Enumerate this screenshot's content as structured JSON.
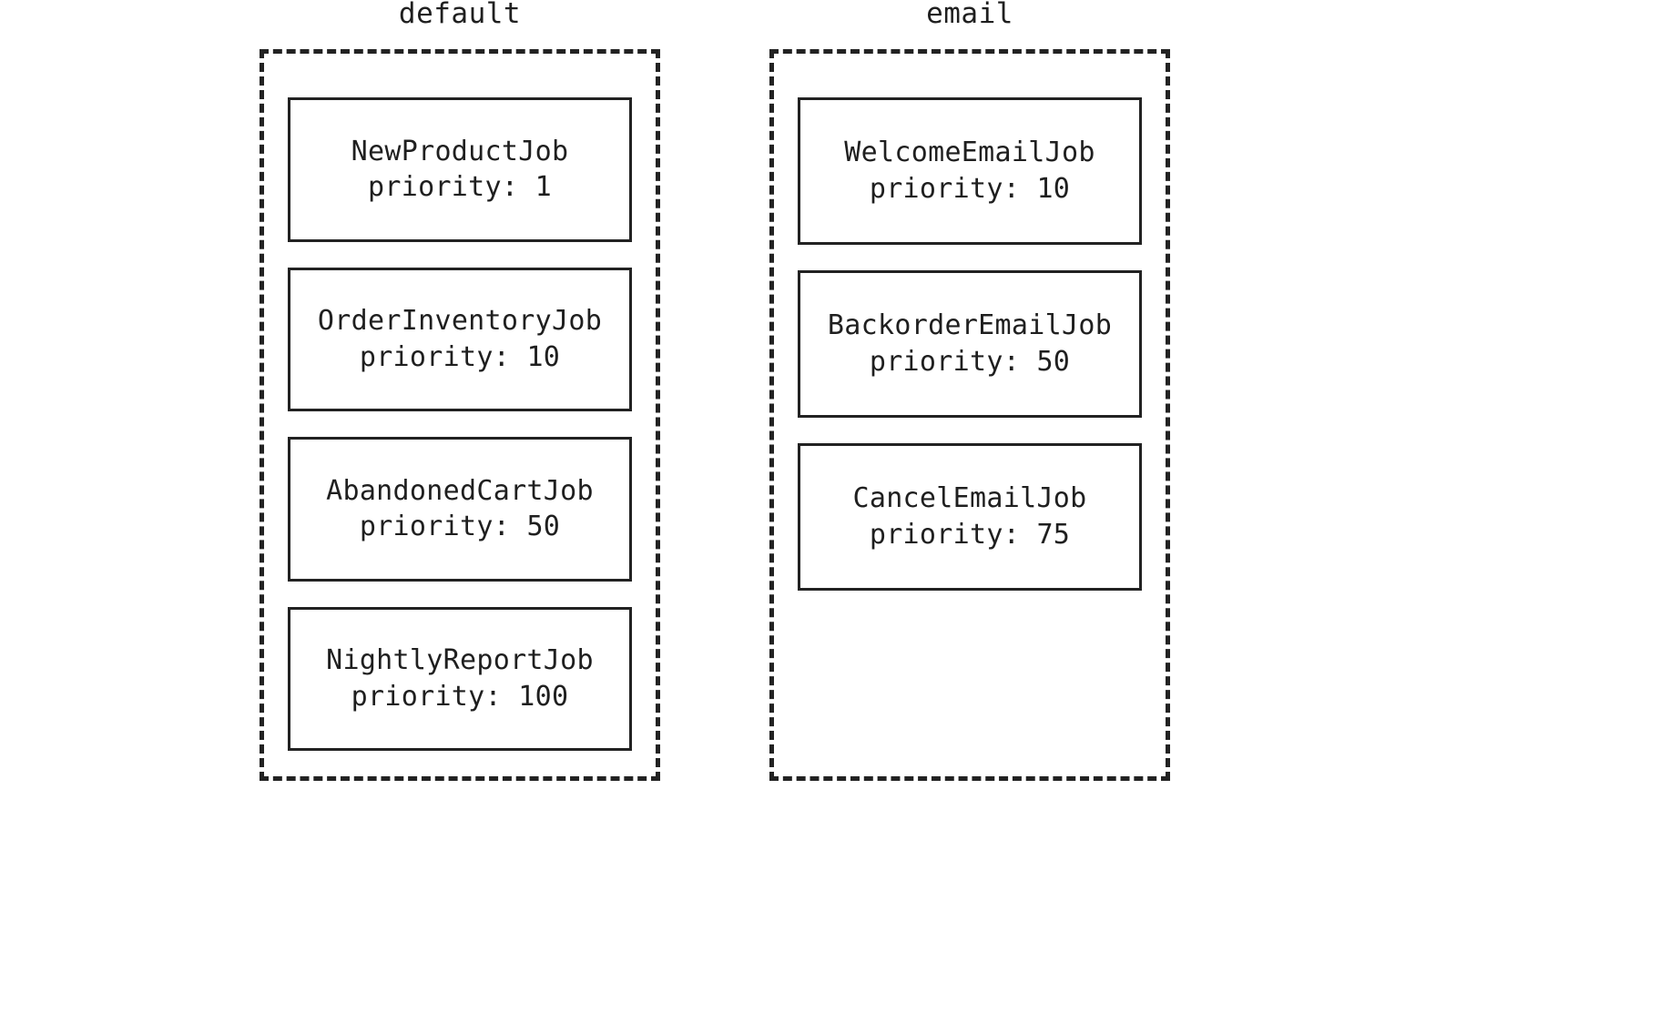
{
  "diagram": {
    "type": "queue-job-layout",
    "background_color": "#ffffff",
    "line_color": "#222222",
    "text_color": "#1f1f1f",
    "queues": [
      {
        "name": "default",
        "jobs": [
          {
            "name": "NewProductJob",
            "priority_label": "priority: 1",
            "priority": 1
          },
          {
            "name": "OrderInventoryJob",
            "priority_label": "priority: 10",
            "priority": 10
          },
          {
            "name": "AbandonedCartJob",
            "priority_label": "priority: 50",
            "priority": 50
          },
          {
            "name": "NightlyReportJob",
            "priority_label": "priority: 100",
            "priority": 100
          }
        ]
      },
      {
        "name": "email",
        "jobs": [
          {
            "name": "WelcomeEmailJob",
            "priority_label": "priority: 10",
            "priority": 10
          },
          {
            "name": "BackorderEmailJob",
            "priority_label": "priority: 50",
            "priority": 50
          },
          {
            "name": "CancelEmailJob",
            "priority_label": "priority: 75",
            "priority": 75
          }
        ]
      }
    ]
  }
}
